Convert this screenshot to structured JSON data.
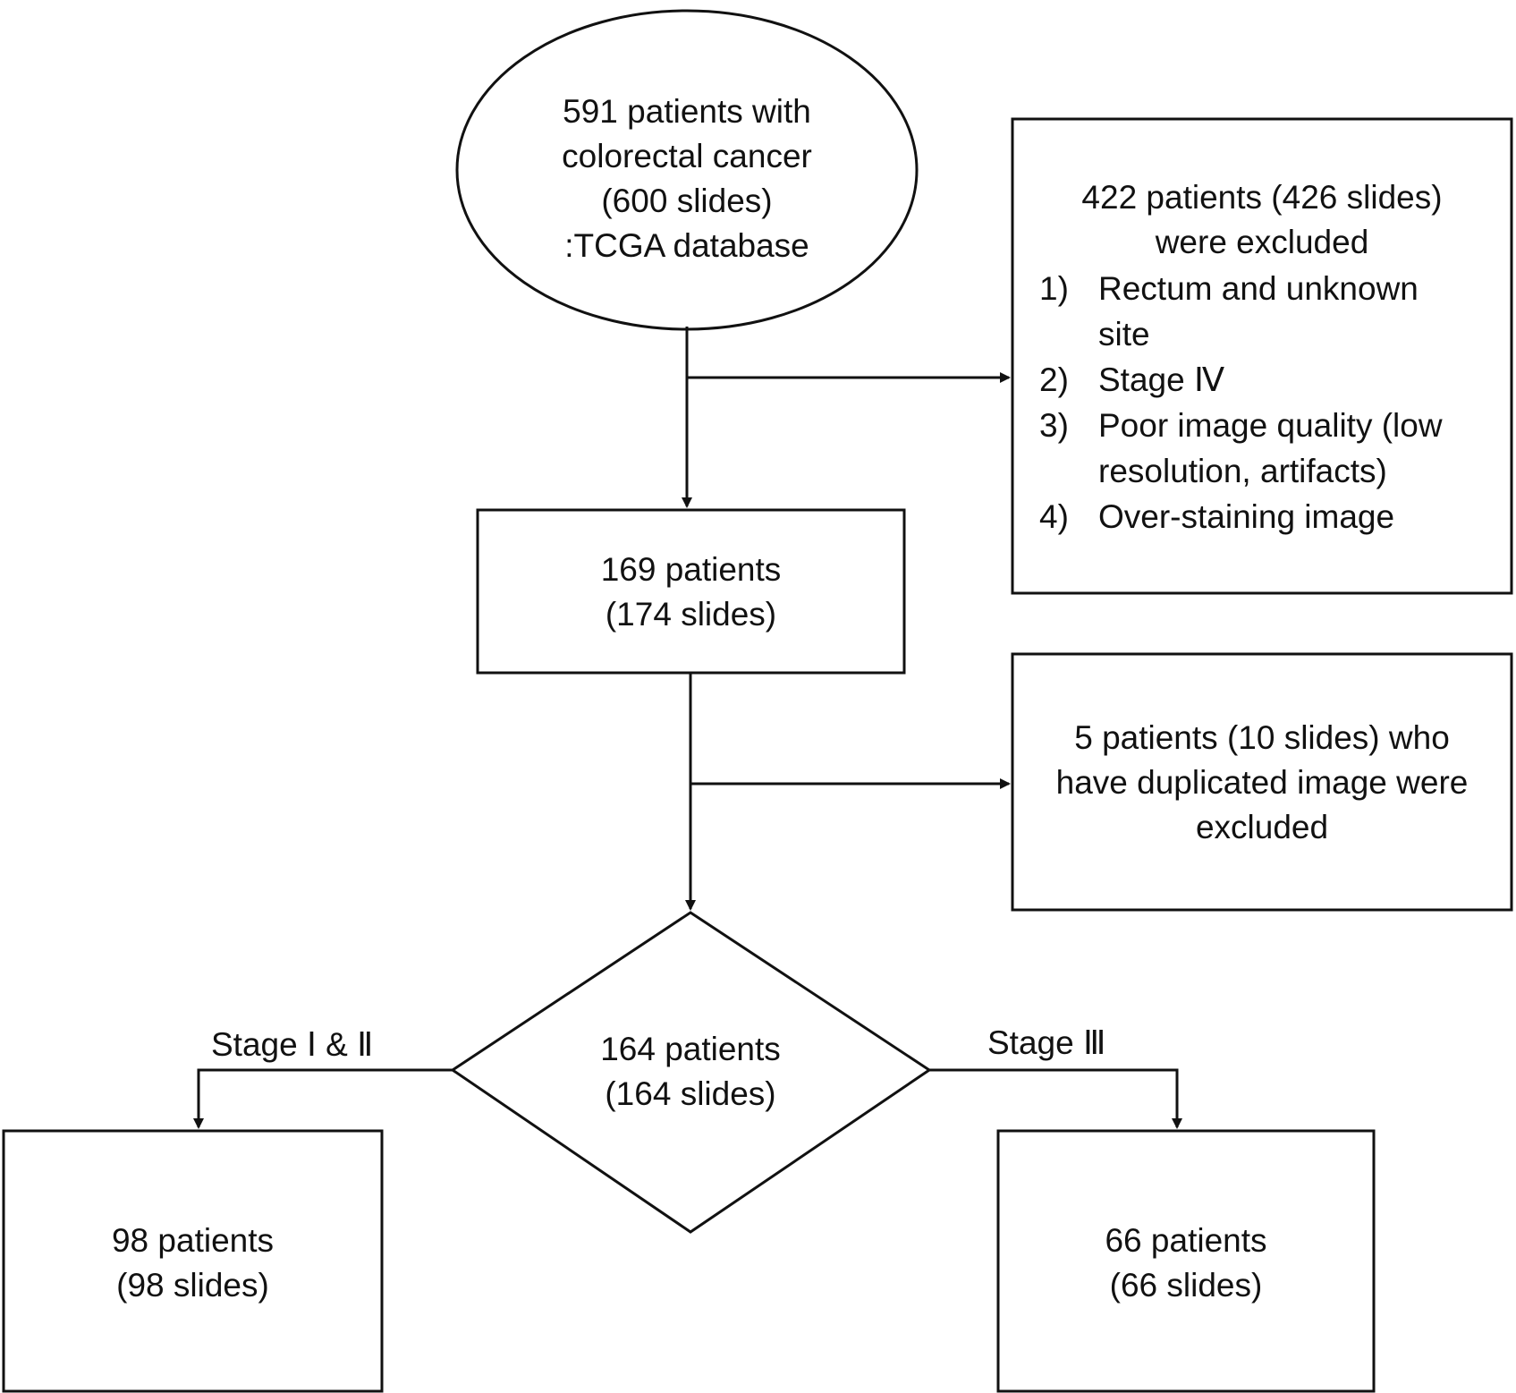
{
  "nodes": {
    "start": {
      "lines": [
        "591 patients with",
        "colorectal cancer",
        "(600 slides)",
        ":TCGA database"
      ]
    },
    "exclusion1": {
      "title_lines": [
        "422 patients (426 slides)",
        "were excluded"
      ],
      "items": [
        {
          "num": "1)",
          "text": "Rectum and unknown site"
        },
        {
          "num": "2)",
          "text": "Stage Ⅳ"
        },
        {
          "num": "3)",
          "text": "Poor image quality (low resolution, artifacts)"
        },
        {
          "num": "4)",
          "text": "Over-staining image"
        }
      ]
    },
    "step169": {
      "lines": [
        "169 patients",
        "(174 slides)"
      ]
    },
    "exclusion2": {
      "lines": [
        "5 patients (10 slides) who",
        "have duplicated image were",
        "excluded"
      ]
    },
    "decision": {
      "lines": [
        "164 patients",
        "(164 slides)"
      ]
    },
    "left_result": {
      "lines": [
        "98 patients",
        "(98 slides)"
      ]
    },
    "right_result": {
      "lines": [
        "66 patients",
        "(66 slides)"
      ]
    }
  },
  "edges": {
    "left_label": "Stage Ⅰ & Ⅱ",
    "right_label": "Stage Ⅲ"
  },
  "colors": {
    "stroke": "#111111",
    "background": "#ffffff"
  }
}
